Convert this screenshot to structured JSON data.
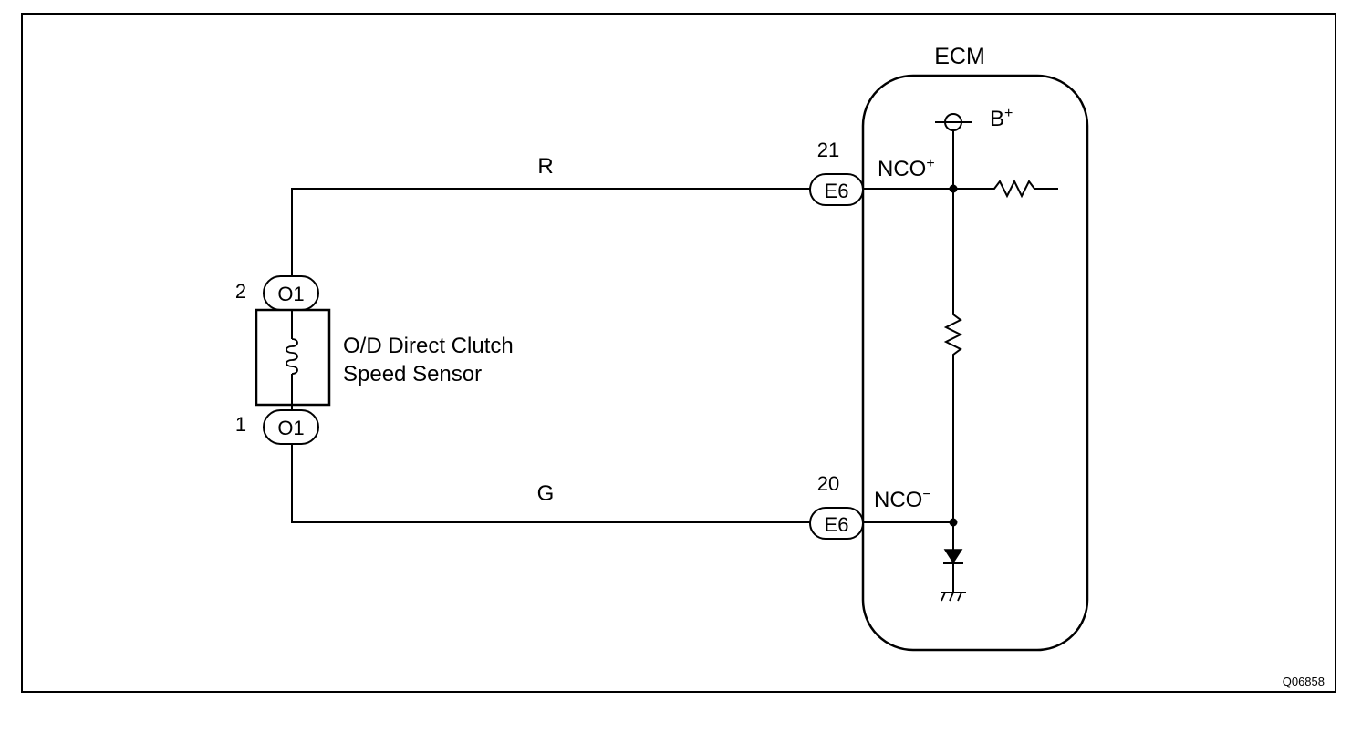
{
  "ecm": {
    "label": "ECM"
  },
  "power": {
    "label": "B",
    "superscript": "+"
  },
  "sensor": {
    "name_line1": "O/D Direct Clutch",
    "name_line2": "Speed Sensor",
    "connector": "O1",
    "pins": [
      {
        "number": "2",
        "connector": "O1"
      },
      {
        "number": "1",
        "connector": "O1"
      }
    ]
  },
  "wires": [
    {
      "color_code": "R"
    },
    {
      "color_code": "G"
    }
  ],
  "ecm_terminals": [
    {
      "pin": "21",
      "connector": "E6",
      "signal": "NCO",
      "polarity": "+"
    },
    {
      "pin": "20",
      "connector": "E6",
      "signal": "NCO",
      "polarity": "−"
    }
  ],
  "figure_id": "Q06858",
  "colors": {
    "line": "#000000",
    "background": "#ffffff"
  }
}
